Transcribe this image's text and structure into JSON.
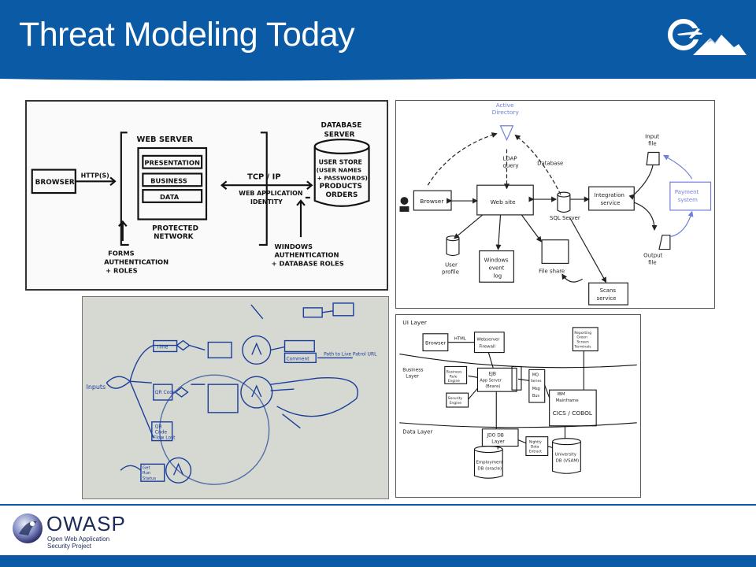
{
  "slide": {
    "title": "Threat Modeling Today"
  },
  "colors": {
    "header_blue": "#0b5aa6",
    "sketch_blue": "#6f7fd8",
    "pen_blue": "#1a3d9a"
  },
  "top_logo": {
    "icon": "airplane-mountain-logo-icon"
  },
  "diagram_1": {
    "browser": "BROWSER",
    "http": "HTTP(S)",
    "web_server": "WEB SERVER",
    "presentation": "PRESENTATION",
    "business": "BUSINESS",
    "data": "DATA",
    "protected_1": "PROTECTED",
    "protected_2": "NETWORK",
    "forms_1": "FORMS",
    "forms_2": "AUTHENTICATION",
    "forms_3": "+ ROLES",
    "tcpip": "TCP / IP",
    "webapp_1": "WEB APPLICATION",
    "webapp_2": "IDENTITY",
    "db_1": "DATABASE",
    "db_2": "SERVER",
    "store_1": "USER STORE",
    "store_2": "(USER NAMES",
    "store_3": "+ PASSWORDS)",
    "store_4": "PRODUCTS",
    "store_5": "ORDERS",
    "win_1": "WINDOWS",
    "win_2": "AUTHENTICATION",
    "win_3": "+ DATABASE ROLES"
  },
  "diagram_2": {
    "ad_1": "Active",
    "ad_2": "Directory",
    "ldap_1": "LDAP",
    "ldap_2": "query",
    "database": "Database",
    "browser": "Browser",
    "website": "Web site",
    "sql": "SQL Server",
    "integ_1": "Integration",
    "integ_2": "service",
    "input_1": "Input",
    "input_2": "file",
    "output_1": "Output",
    "output_2": "file",
    "pay_1": "Payment",
    "pay_2": "system",
    "profile_1": "User",
    "profile_2": "profile",
    "log_1": "Windows",
    "log_2": "event",
    "log_3": "log",
    "share": "File share",
    "scans_1": "Scans",
    "scans_2": "service"
  },
  "diagram_3": {
    "inputs": "Inputs",
    "time": "Time",
    "qr_code": "QR Code",
    "qr_flow_1": "QR",
    "qr_flow_2": "Code",
    "qr_flow_3": "Flow Lost",
    "get_stats_1": "Get",
    "get_stats_2": "Run",
    "get_stats_3": "Status",
    "comment": "Comment",
    "path": "Path to Live Patrol URL"
  },
  "diagram_4": {
    "ui_layer": "UI Layer",
    "browser": "Browser",
    "html": "HTML",
    "firewall_1": "Webserver",
    "firewall_2": "Firewall",
    "report_1": "Reporting",
    "report_2": "Green",
    "report_3": "Screen",
    "report_4": "Terminals",
    "biz_layer_1": "Business",
    "biz_layer_2": "Layer",
    "rules_1": "Business",
    "rules_2": "Rule",
    "rules_3": "Engine",
    "ejb_1": "EJB",
    "ejb_2": "App Server",
    "ejb_3": "(Beans)",
    "mq_1": "MQ",
    "mq_2": "Series",
    "mq_3": "Msg",
    "mq_4": "Bus",
    "ibm_1": "IBM",
    "ibm_2": "Mainframe",
    "cics": "CICS / COBOL",
    "security_1": "Security",
    "security_2": "Engine",
    "data_layer": "Data Layer",
    "jdo_1": "JDO DB",
    "jdo_2": "Layer",
    "nightly_1": "Nightly",
    "nightly_2": "Data",
    "nightly_3": "Extract",
    "emp_1": "Employment",
    "emp_2": "DB (oracle)",
    "uni_1": "University",
    "uni_2": "DB (VSAM)"
  },
  "footer": {
    "brand": "OWASP",
    "sub_1": "Open Web Application",
    "sub_2": "Security Project",
    "icon": "owasp-wasp-logo-icon"
  }
}
